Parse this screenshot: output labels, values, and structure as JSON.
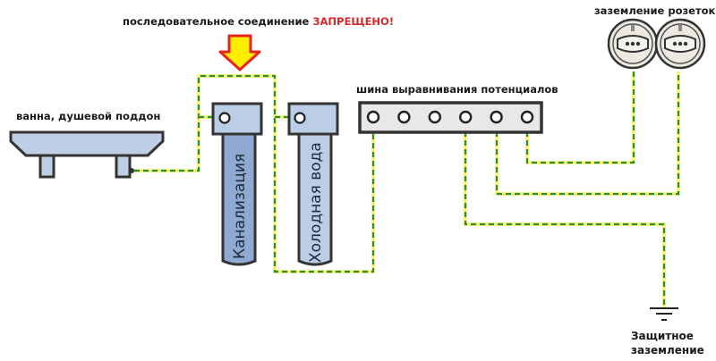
{
  "title": {
    "text": "последовательное соединение ",
    "warning": "ЗАПРЕЩЕНО!"
  },
  "labels": {
    "bath": "ванна, душевой поддон",
    "bus": "шина выравнивания потенциалов",
    "sockets": "заземление розеток",
    "ground_line1": "Защитное",
    "ground_line2": "заземление"
  },
  "pipes": [
    {
      "name": "sewer",
      "label": "Канализация",
      "color": "#8fa9d3"
    },
    {
      "name": "cold-water",
      "label": "Холодная вода",
      "color": "#bccde6"
    }
  ],
  "bus": {
    "terminal_count": 6
  },
  "colors": {
    "wire_green": "#2f8a3c",
    "wire_yellow": "#f2f25a",
    "warning": "#d42a2a",
    "arrow_fill": "#ffee00",
    "arrow_stroke": "#e8231c",
    "outline": "#333333",
    "bath_fill": "#bfcfe6"
  }
}
